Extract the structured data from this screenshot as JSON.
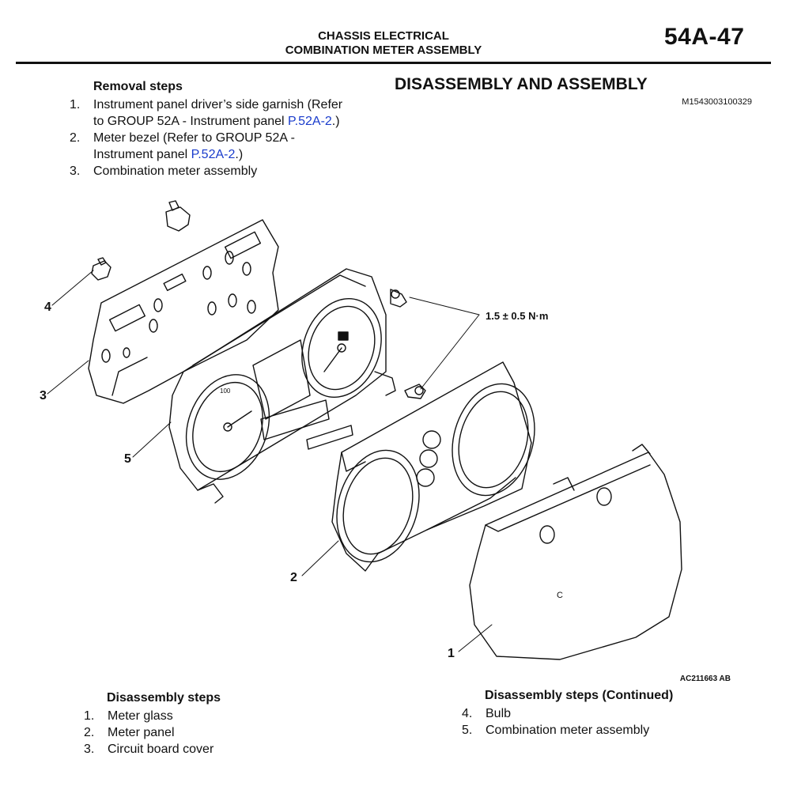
{
  "header": {
    "section_title": "CHASSIS ELECTRICAL",
    "subsection_title": "COMBINATION METER ASSEMBLY",
    "page_number": "54A-47"
  },
  "removal": {
    "title": "Removal steps",
    "steps": [
      {
        "num": "1.",
        "line1_text": "Instrument panel driver’s side garnish (Refer",
        "line2_prefix": "to GROUP 52A - Instrument panel ",
        "line2_link": "P.52A-2",
        "line2_suffix": ".)"
      },
      {
        "num": "2.",
        "line1_text": "Meter bezel (Refer to GROUP 52A -",
        "line2_prefix": "Instrument panel ",
        "line2_link": "P.52A-2",
        "line2_suffix": ".)"
      },
      {
        "num": "3.",
        "line1_text": "Combination meter assembly"
      }
    ]
  },
  "main_title": "DISASSEMBLY AND ASSEMBLY",
  "document_code": "M1543003100329",
  "figure": {
    "torque_label": "1.5 ± 0.5 N·m",
    "callouts": [
      "1",
      "2",
      "3",
      "4",
      "5"
    ],
    "figure_code": "AC211663 AB",
    "glass_mark": "C"
  },
  "disassembly": {
    "title": "Disassembly steps",
    "steps": [
      {
        "num": "1.",
        "text": "Meter glass"
      },
      {
        "num": "2.",
        "text": "Meter panel"
      },
      {
        "num": "3.",
        "text": "Circuit board cover"
      }
    ]
  },
  "disassembly_continued": {
    "title": "Disassembly steps (Continued)",
    "steps": [
      {
        "num": "4.",
        "text": "Bulb"
      },
      {
        "num": "5.",
        "text": "Combination meter assembly"
      }
    ]
  },
  "colors": {
    "link": "#1a3ccc",
    "text": "#111111"
  }
}
